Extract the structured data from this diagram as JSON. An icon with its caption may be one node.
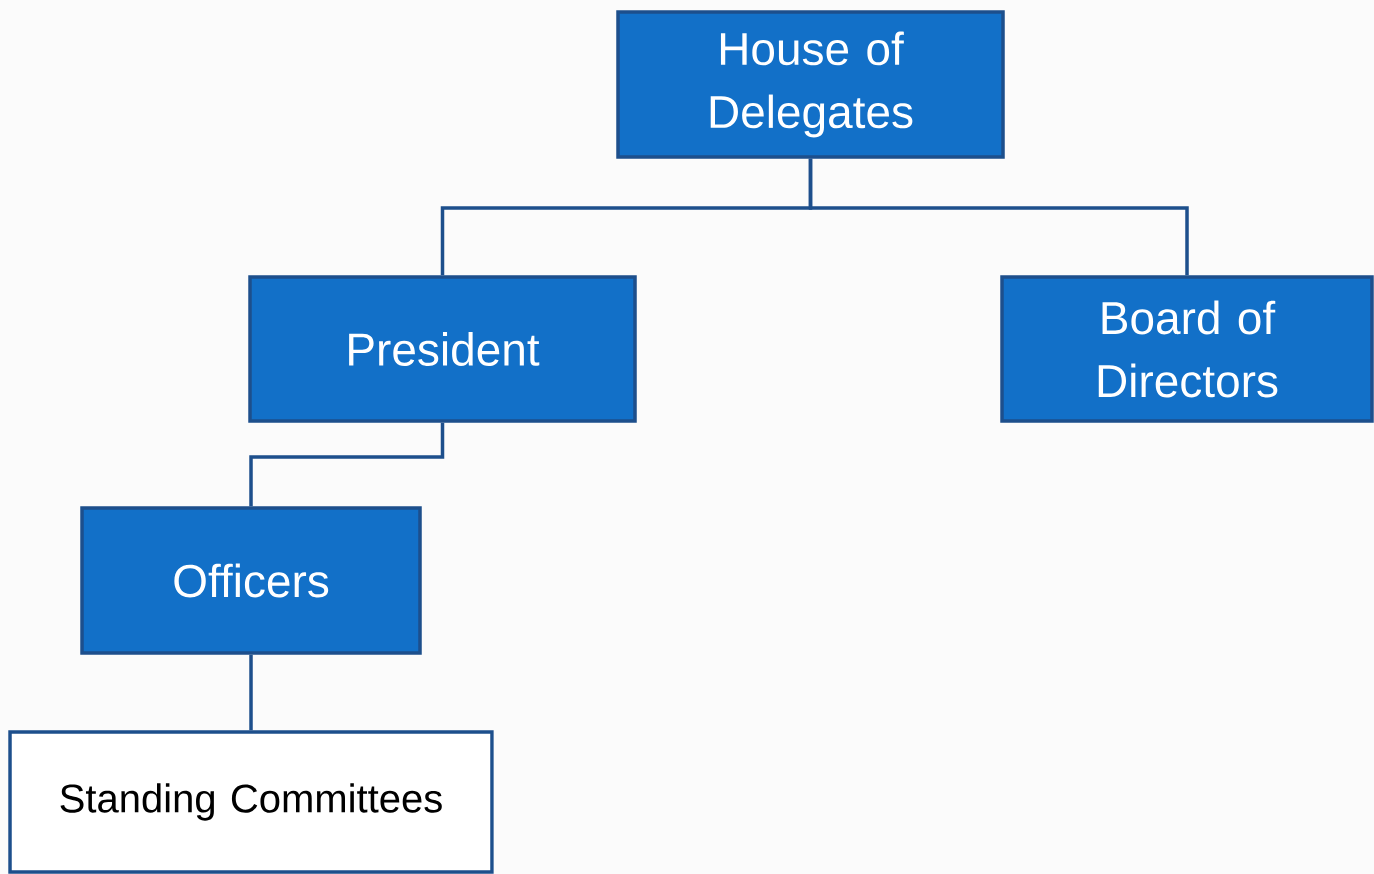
{
  "diagram": {
    "nodes": [
      {
        "text": [
          "House of Delegates"
        ]
      },
      {
        "text": [
          "President"
        ]
      },
      {
        "text": [
          "Board of Directors"
        ]
      },
      {
        "text": [
          "Officers"
        ]
      },
      {
        "text": [
          "Standing Committees"
        ]
      }
    ],
    "edges": [
      {
        "from": 0,
        "to": 1,
        "arrow": "none"
      },
      {
        "from": 0,
        "to": 2,
        "arrow": "none"
      },
      {
        "from": 1,
        "to": 3,
        "arrow": "none"
      },
      {
        "from": 3,
        "to": 4,
        "arrow": "none"
      }
    ]
  }
}
